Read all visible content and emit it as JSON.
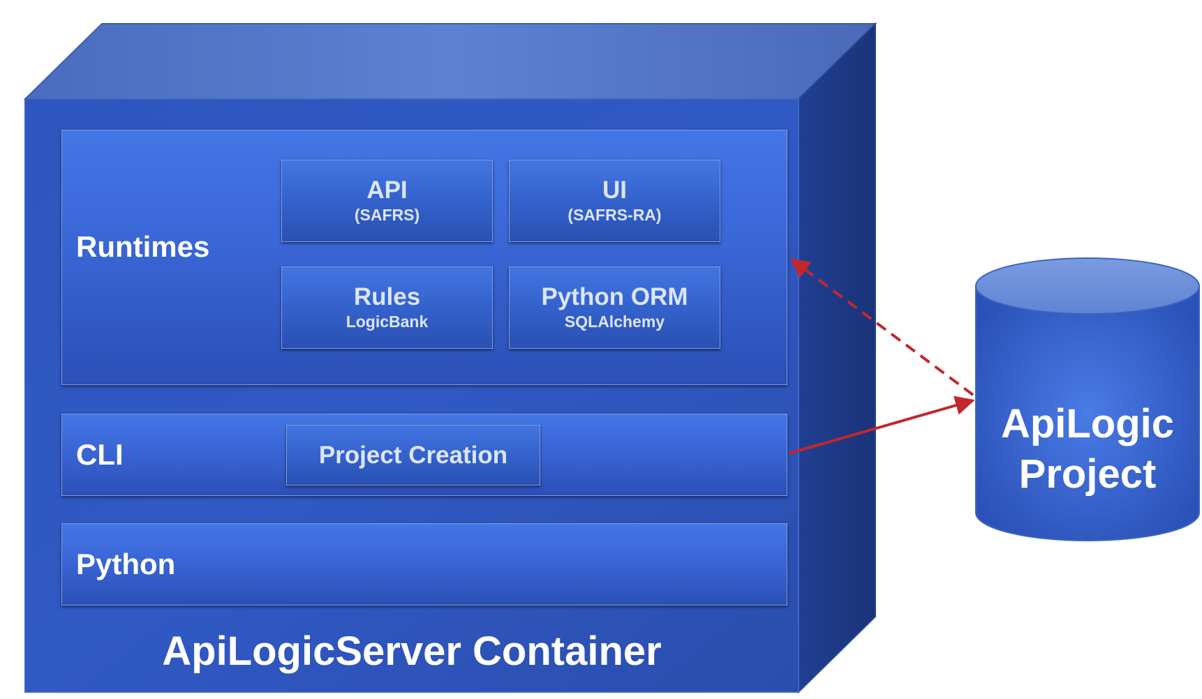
{
  "container": {
    "title": "ApiLogicServer Container",
    "layers": {
      "runtimes": {
        "label": "Runtimes",
        "modules": [
          {
            "title": "API",
            "subtitle": "(SAFRS)"
          },
          {
            "title": "UI",
            "subtitle": "(SAFRS-RA)"
          },
          {
            "title": "Rules",
            "subtitle": "LogicBank"
          },
          {
            "title": "Python ORM",
            "subtitle": "SQLAlchemy"
          }
        ]
      },
      "cli": {
        "label": "CLI",
        "module": "Project Creation"
      },
      "python": {
        "label": "Python"
      }
    }
  },
  "database": {
    "line1": "ApiLogic",
    "line2": "Project"
  },
  "colors": {
    "box_front": "#2e54b8",
    "box_top": "#5a7fcc",
    "box_side": "#22408f",
    "arrow": "#c1272d"
  },
  "connectors": [
    {
      "from": "CLI",
      "to": "ApiLogic Project",
      "style": "solid"
    },
    {
      "from": "ApiLogic Project",
      "to": "Runtimes",
      "style": "dashed"
    }
  ]
}
